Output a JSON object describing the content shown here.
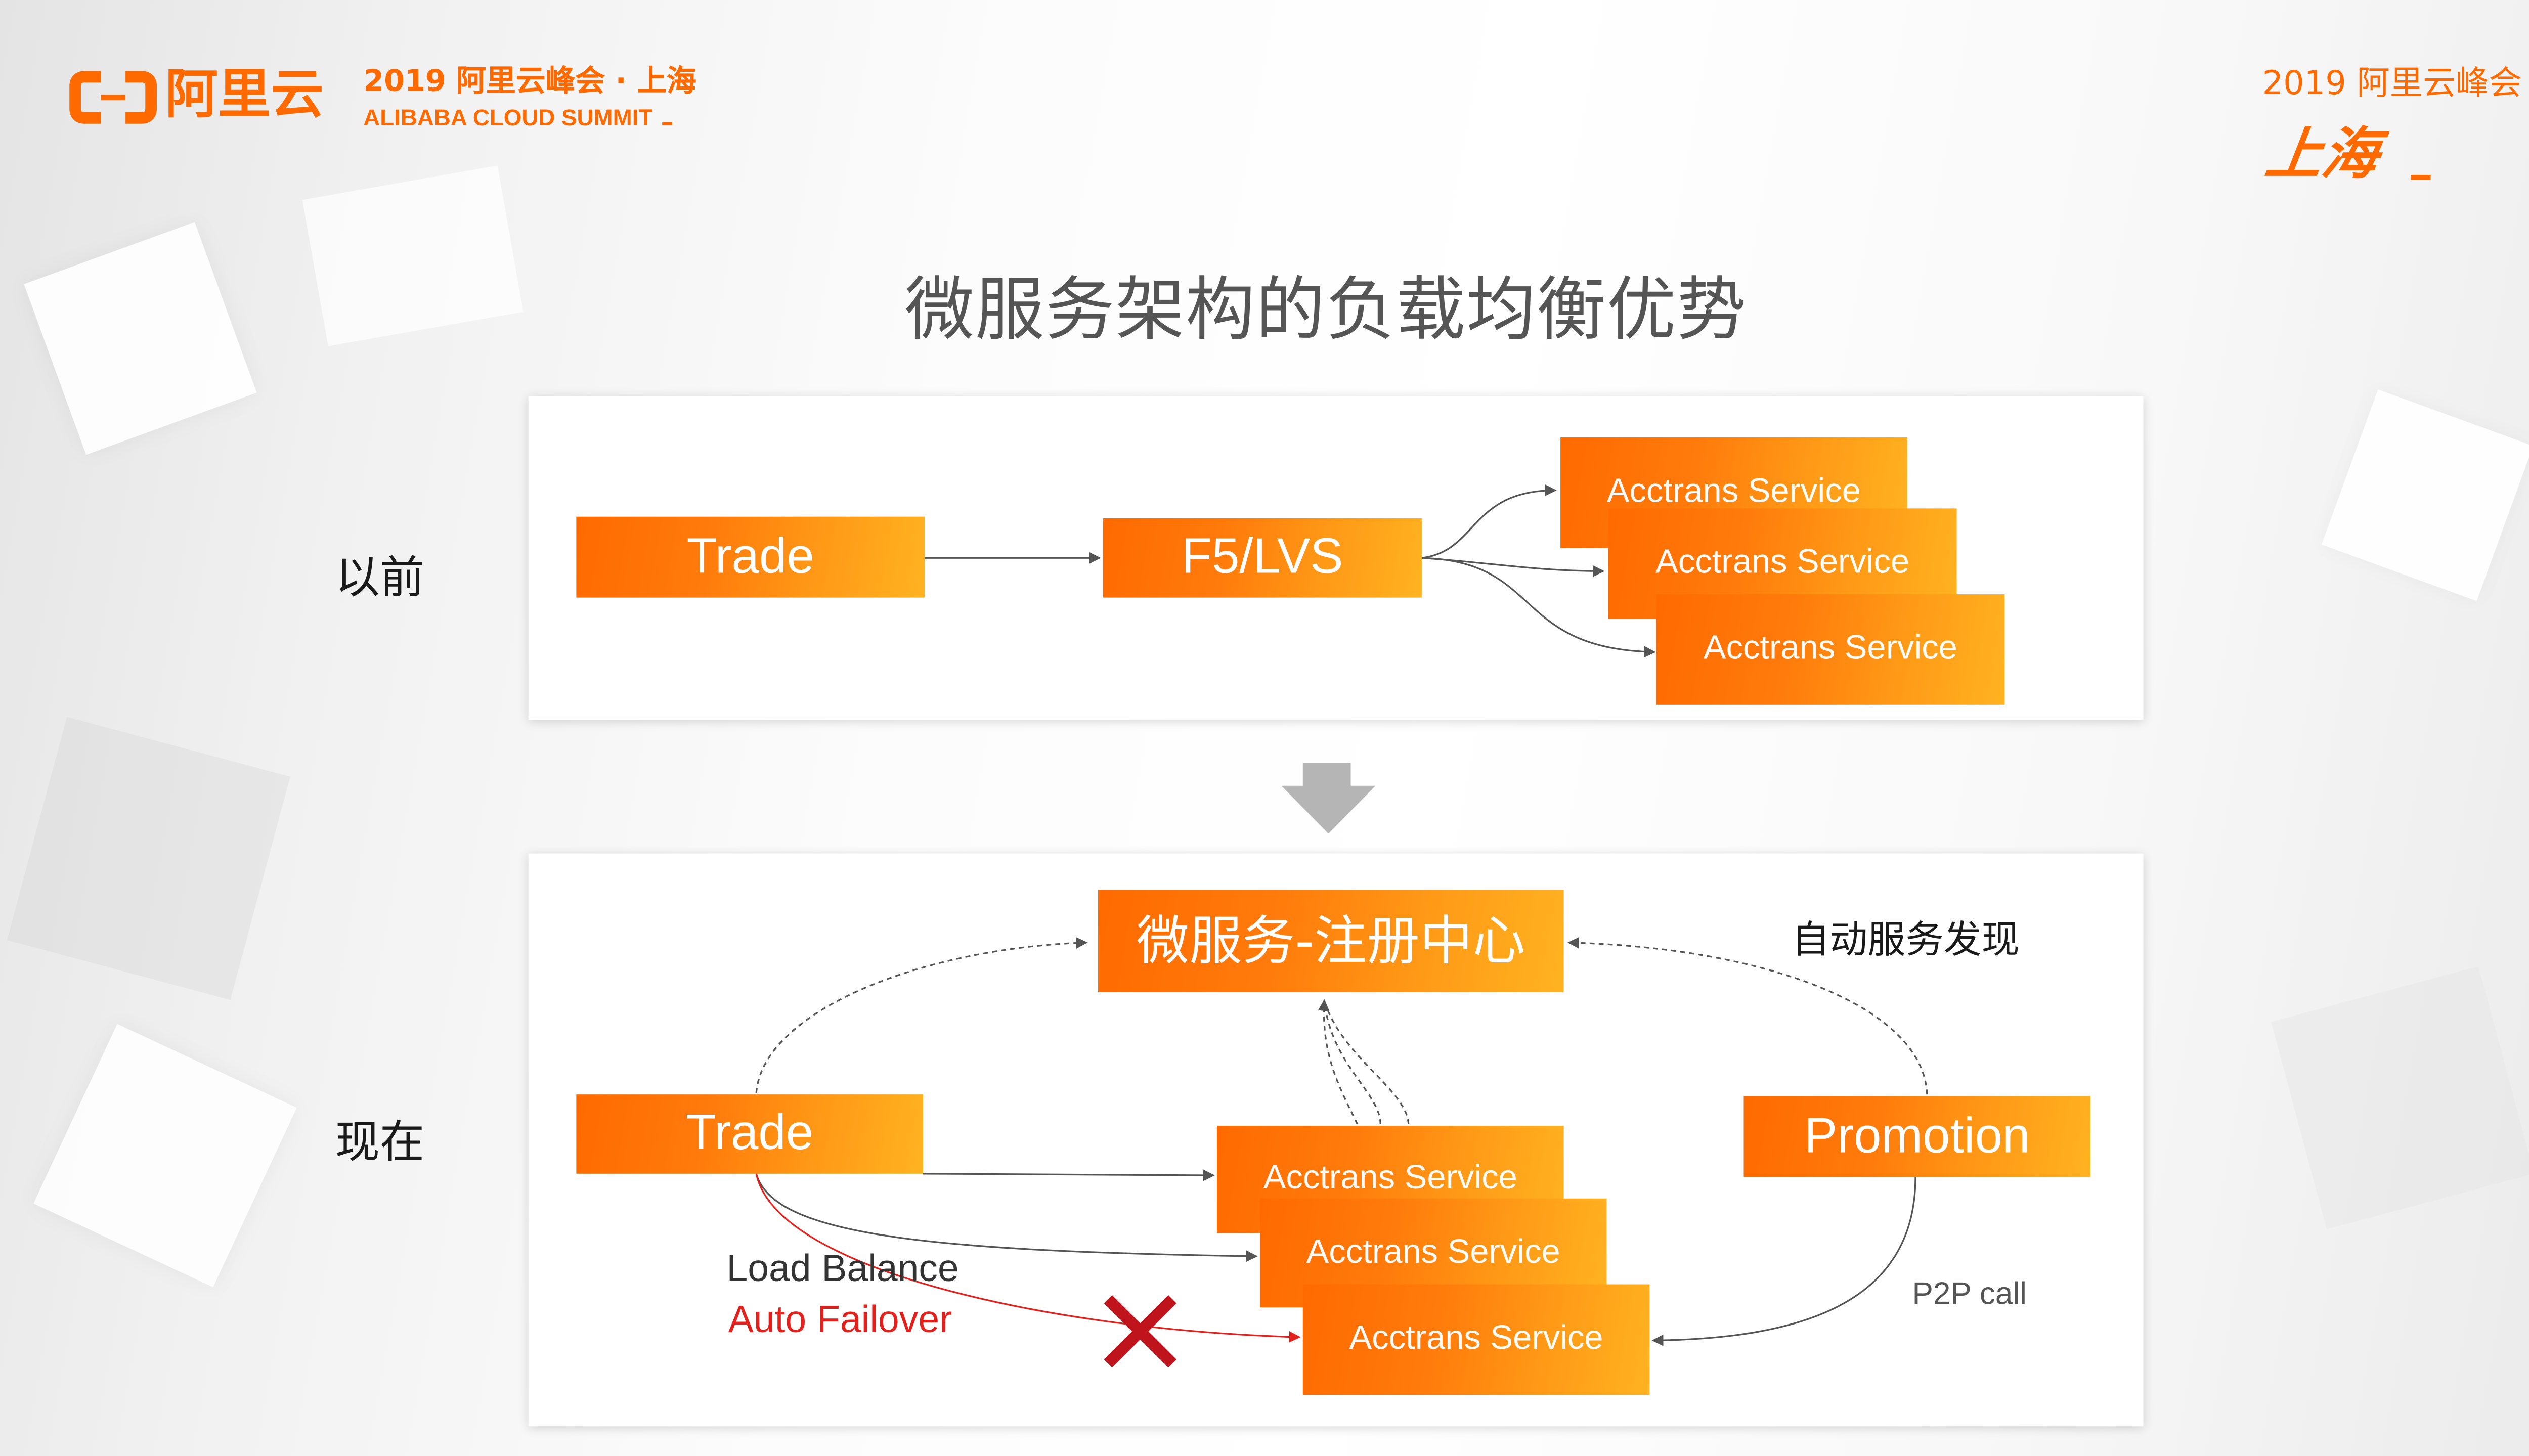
{
  "header": {
    "logo_icon": "alibaba-cloud-bracket-icon",
    "brand_name": "阿里云",
    "event_title": "2019 阿里云峰会 · 上海",
    "event_subtitle": "ALIBABA CLOUD SUMMIT",
    "right_title": "2019 阿里云峰会",
    "right_city": "上海"
  },
  "slide": {
    "title": "微服务架构的负载均衡优势",
    "before": {
      "label": "以前",
      "client": "Trade",
      "load_balancer": "F5/LVS",
      "services": [
        "Acctrans Service",
        "Acctrans Service",
        "Acctrans Service"
      ]
    },
    "transition_icon": "down-arrow-icon",
    "after": {
      "label": "现在",
      "registry": "微服务-注册中心",
      "discovery_note": "自动服务发现",
      "client": "Trade",
      "peer": "Promotion",
      "services": [
        "Acctrans Service",
        "Acctrans Service",
        "Acctrans Service"
      ],
      "load_balance_label": "Load Balance",
      "failover_label": "Auto Failover",
      "p2p_label": "P2P call",
      "failed_icon": "red-x-icon"
    }
  },
  "colors": {
    "accent": "#ff6a00",
    "accent_light": "#ffb321",
    "failover": "#e3211c",
    "failure_mark": "#c0141c",
    "title_text": "#555555",
    "label_text": "#1a1a1a",
    "connector": "#555555",
    "transition_arrow": "#b5b5b5"
  }
}
